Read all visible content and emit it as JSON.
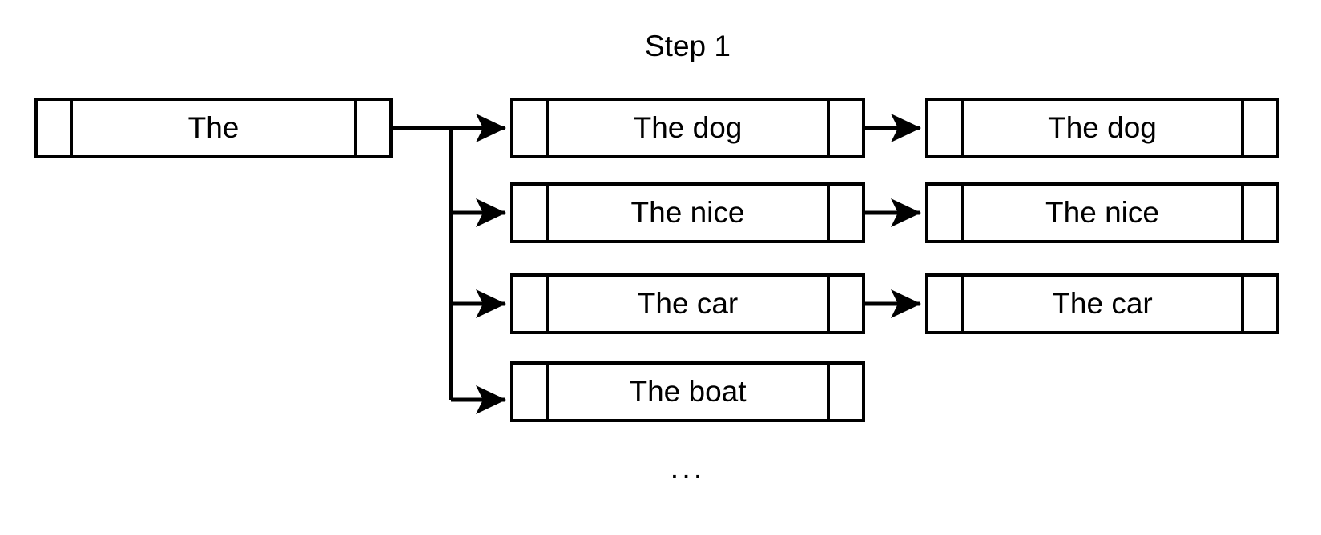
{
  "title": "Step 1",
  "ellipsis": "...",
  "colors": {
    "stroke": "#000000",
    "background": "#ffffff"
  },
  "root": {
    "label": "The"
  },
  "candidates": [
    {
      "label": "The dog"
    },
    {
      "label": "The nice"
    },
    {
      "label": "The car"
    },
    {
      "label": "The boat"
    }
  ],
  "continuations": [
    {
      "label": "The dog"
    },
    {
      "label": "The nice"
    },
    {
      "label": "The car"
    }
  ]
}
